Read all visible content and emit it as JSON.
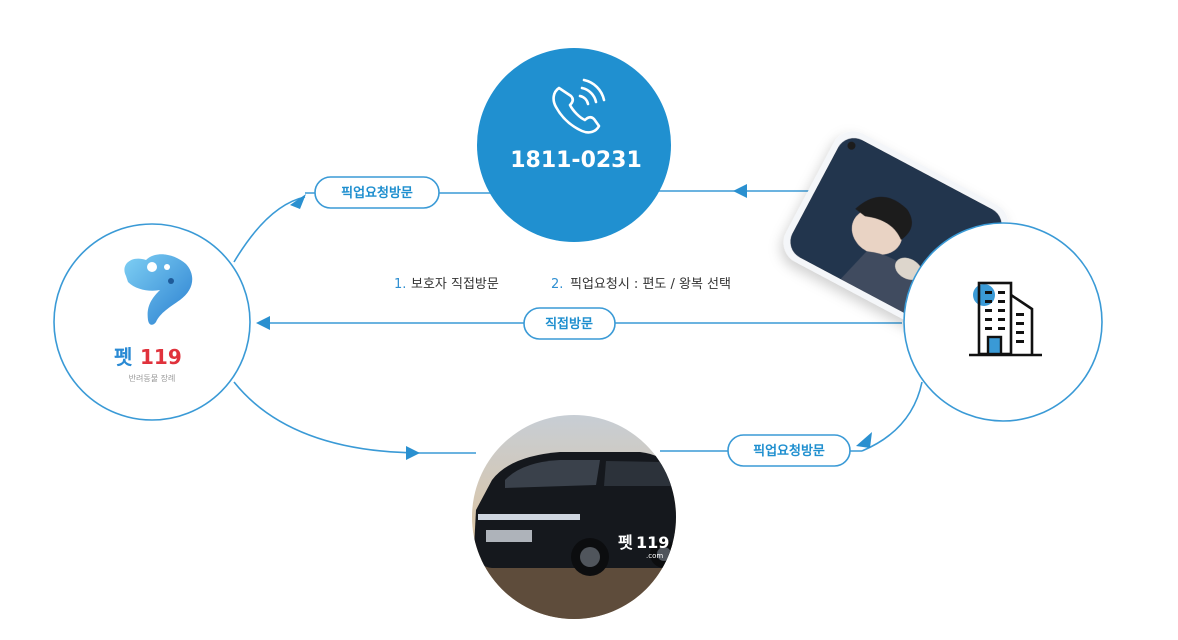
{
  "phone": {
    "number": "1811-0231",
    "icon": "phone-ringing-icon"
  },
  "pills": {
    "left_top": "픽업요청방문",
    "middle": "직접방문",
    "bottom_right": "픽업요청방문"
  },
  "steps": {
    "one_num": "1.",
    "one_label": "보호자 직접방문",
    "two_num": "2.",
    "two_label": "픽업요청시 : 편도 / 왕복 선택"
  },
  "logo": {
    "name_kor": "펫",
    "name_num": "119",
    "tagline": "반려동물 장례"
  },
  "van": {
    "decal_kor": "펫",
    "decal_num": "119",
    "decal_domain": ".com"
  },
  "colors": {
    "primary": "#2090d0",
    "line": "#3a9ad6",
    "circle_border": "#3a9ad6",
    "logo_red": "#e0323c",
    "logo_blue": "#2a8ad4"
  }
}
